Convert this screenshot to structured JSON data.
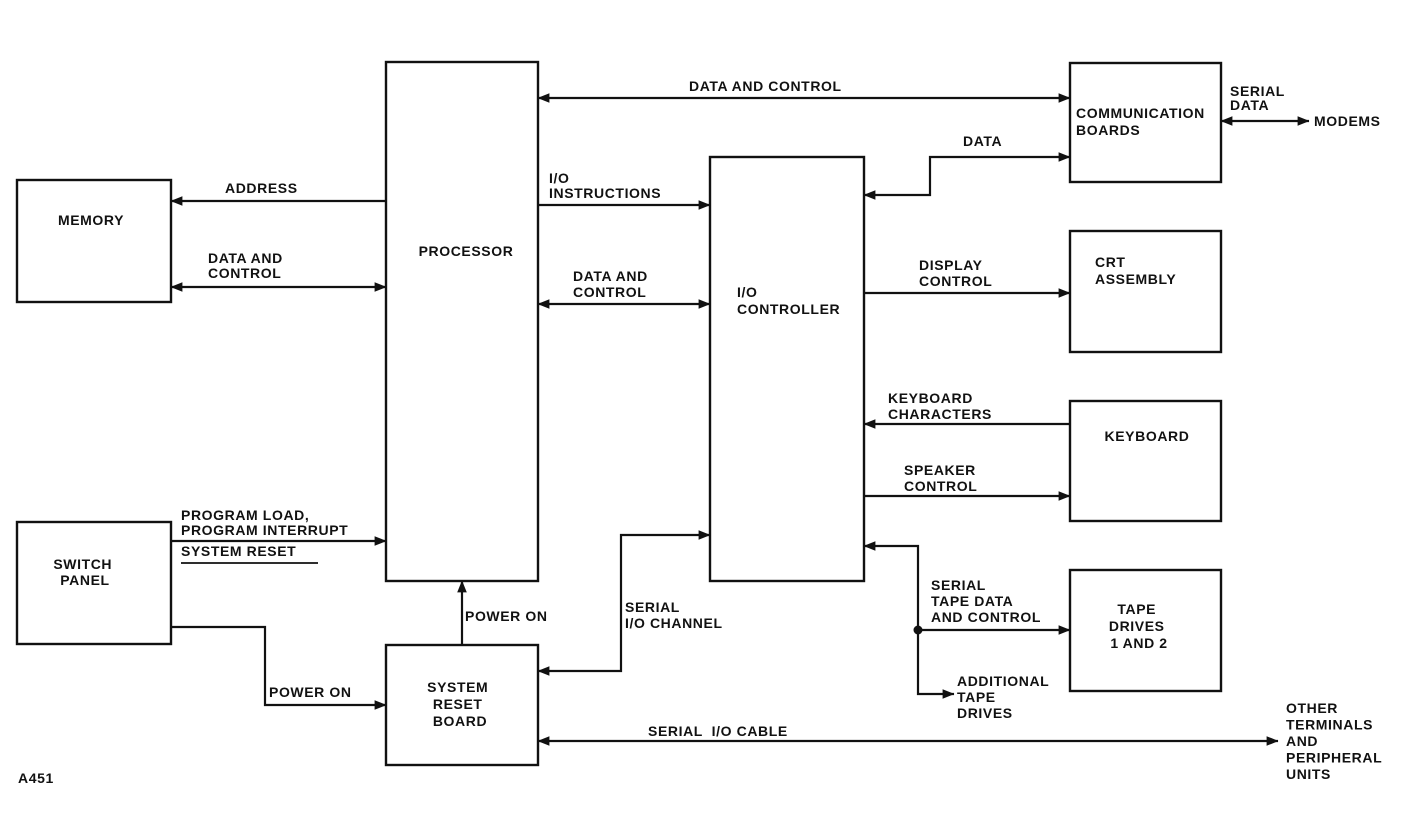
{
  "figure_id": "A451",
  "blocks": {
    "memory": [
      "MEMORY"
    ],
    "processor": [
      "PROCESSOR"
    ],
    "switch_panel": [
      "SWITCH",
      "PANEL"
    ],
    "system_reset_board": [
      "SYSTEM",
      "RESET",
      "BOARD"
    ],
    "io_controller": [
      "I/O",
      "CONTROLLER"
    ],
    "communication_boards": [
      "COMMUNICATION",
      "BOARDS"
    ],
    "crt_assembly": [
      "CRT",
      "ASSEMBLY"
    ],
    "keyboard": [
      "KEYBOARD"
    ],
    "tape_drives": [
      "TAPE",
      "DRIVES",
      "1 AND 2"
    ]
  },
  "signals": {
    "address": [
      "ADDRESS"
    ],
    "memory_data_control": [
      "DATA AND",
      "CONTROL"
    ],
    "proc_comm_data_control": [
      "DATA AND CONTROL"
    ],
    "io_instructions": [
      "I/O",
      "INSTRUCTIONS"
    ],
    "proc_io_data_control": [
      "DATA AND",
      "CONTROL"
    ],
    "comm_data": [
      "DATA"
    ],
    "serial_data": [
      "SERIAL",
      "DATA"
    ],
    "display_control": [
      "DISPLAY",
      "CONTROL"
    ],
    "keyboard_characters": [
      "KEYBOARD",
      "CHARACTERS"
    ],
    "speaker_control": [
      "SPEAKER",
      "CONTROL"
    ],
    "serial_tape": [
      "SERIAL",
      "TAPE DATA",
      "AND CONTROL"
    ],
    "additional_tape": [
      "ADDITIONAL",
      "TAPE",
      "DRIVES"
    ],
    "program_load": [
      "PROGRAM LOAD,",
      "PROGRAM INTERRUPT"
    ],
    "system_reset": [
      "SYSTEM RESET"
    ],
    "power_on_processor": [
      "POWER ON"
    ],
    "power_on_switch": [
      "POWER ON"
    ],
    "serial_io_channel": [
      "SERIAL",
      "I/O CHANNEL"
    ],
    "serial_io_cable": [
      "SERIAL  I/O CABLE"
    ]
  },
  "externals": {
    "modems": [
      "MODEMS"
    ],
    "other_terminals": [
      "OTHER",
      "TERMINALS",
      "AND",
      "PERIPHERAL",
      "UNITS"
    ]
  }
}
